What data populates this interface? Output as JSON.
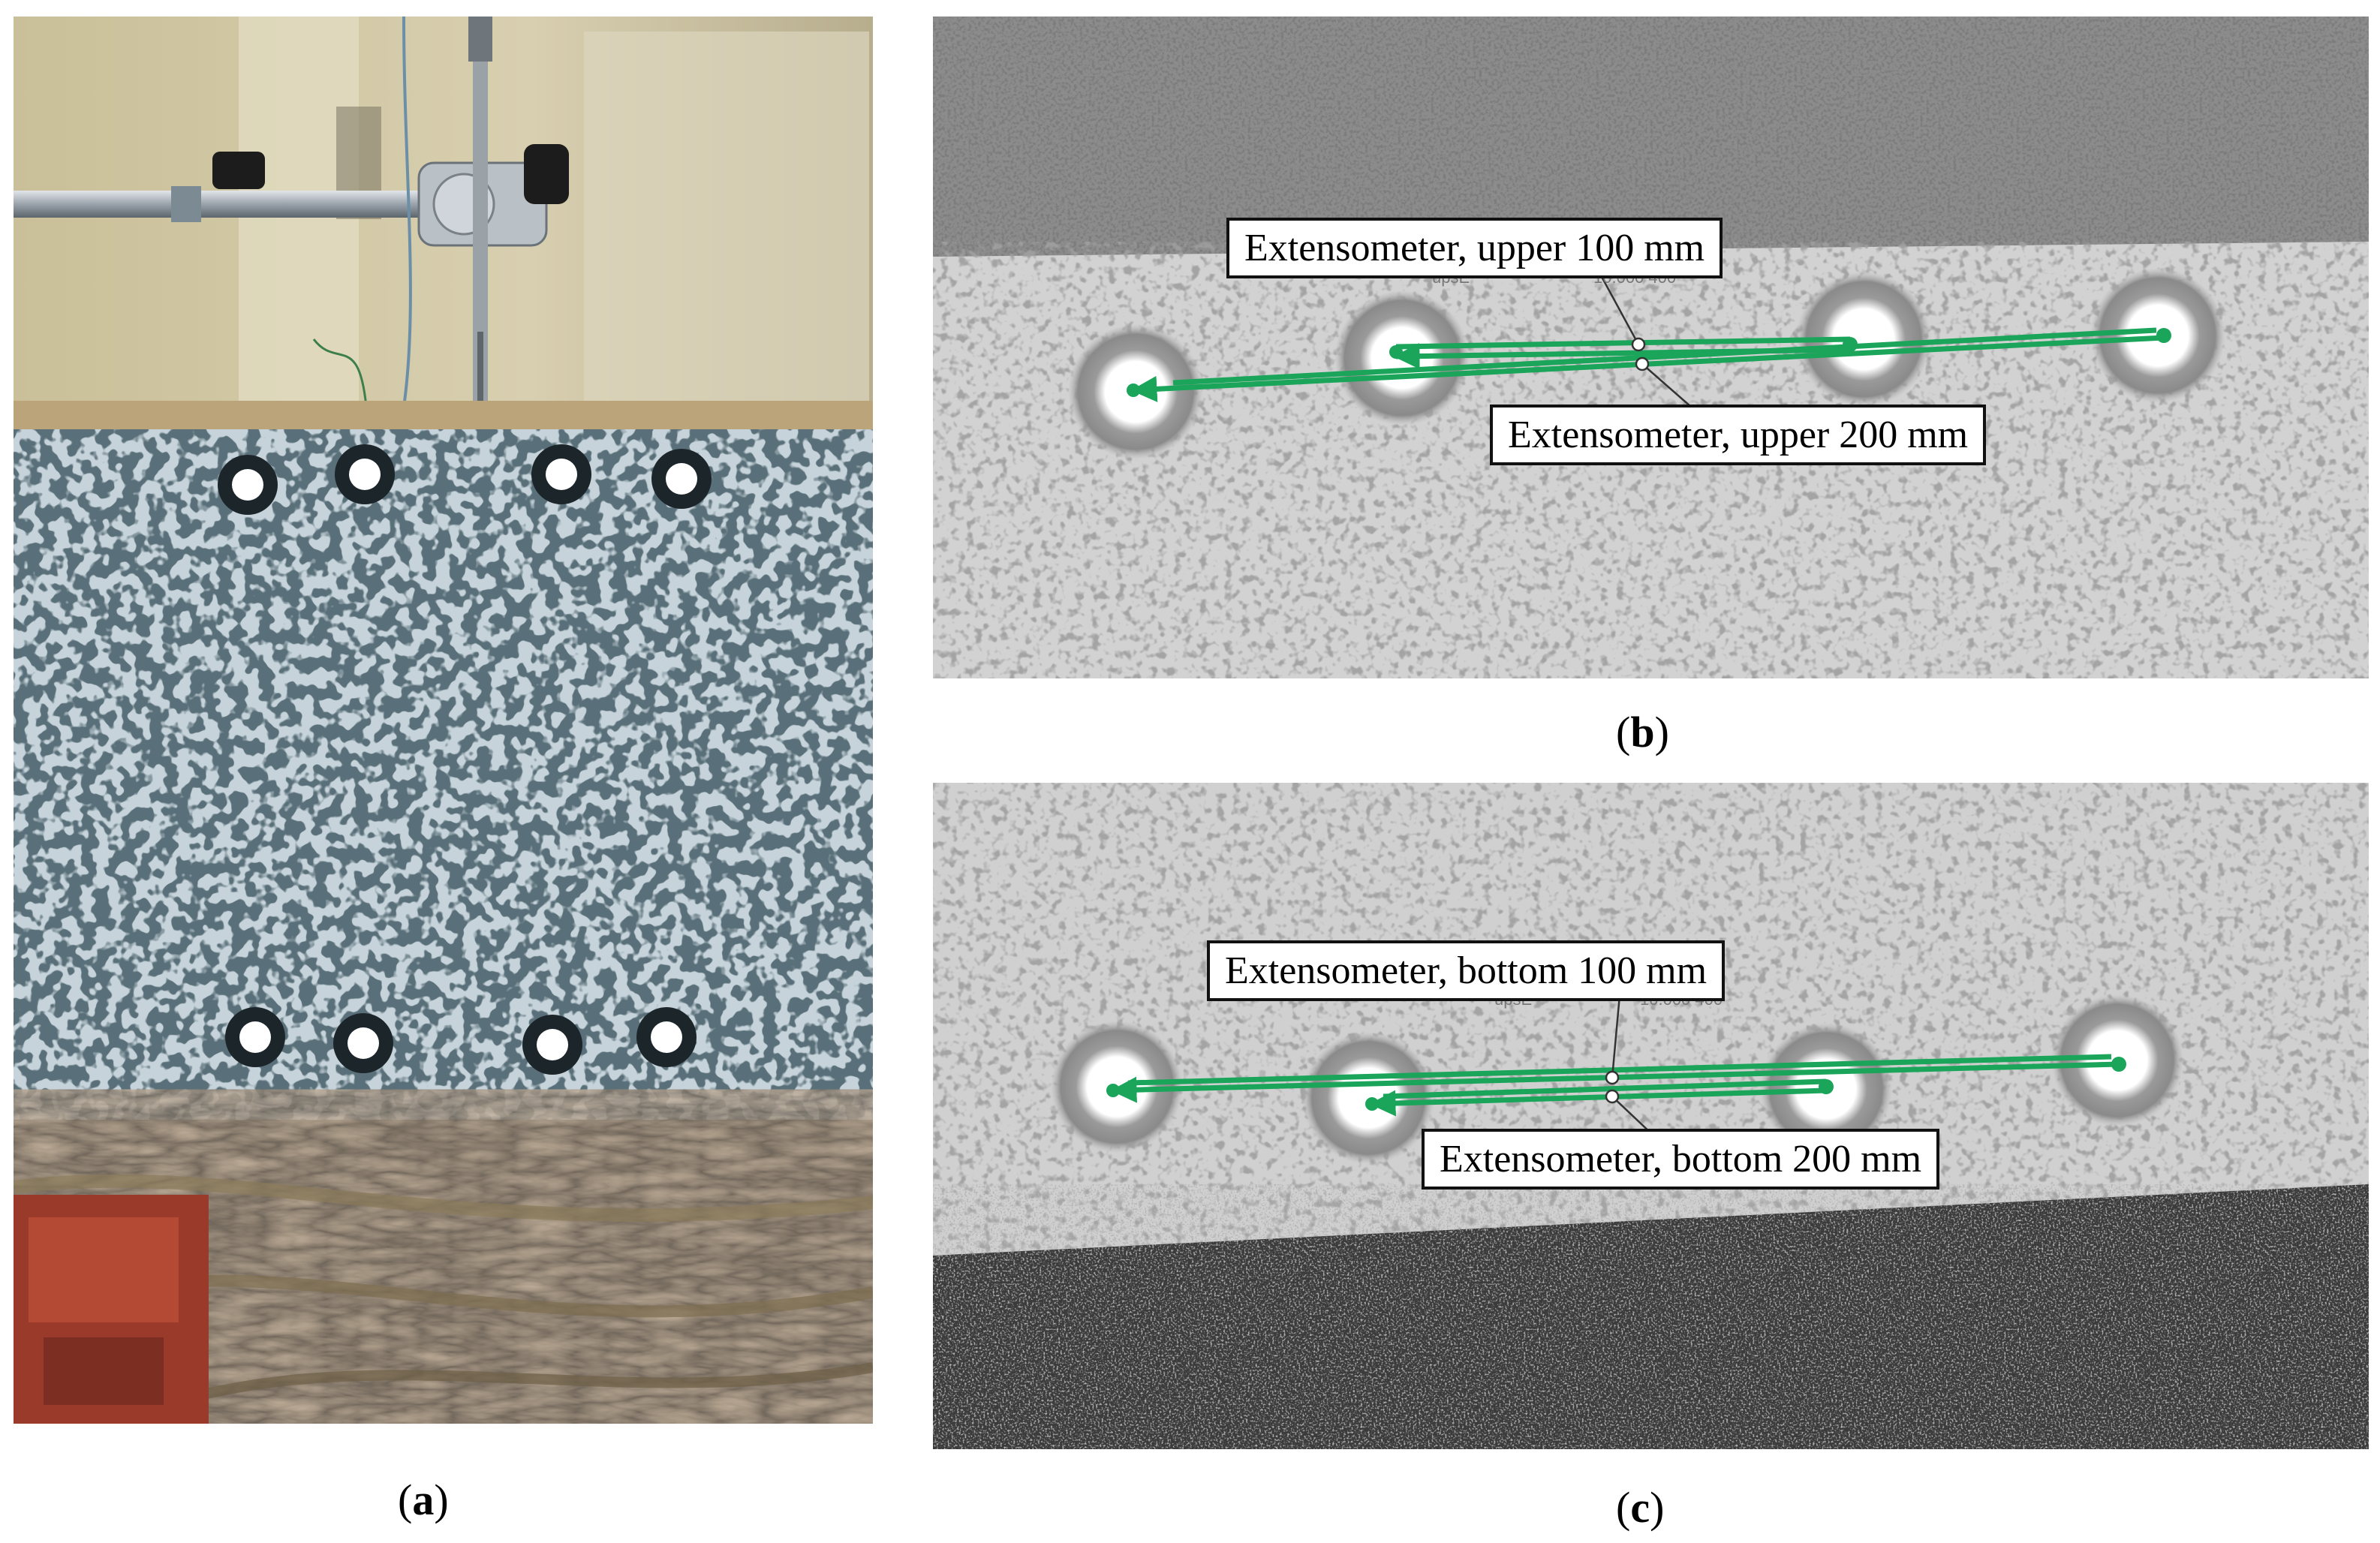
{
  "figure": {
    "panels": [
      {
        "id": "a",
        "caption_open": "(",
        "caption_label": "a",
        "caption_close": ")"
      },
      {
        "id": "b",
        "caption_open": "(",
        "caption_label": "b",
        "caption_close": ")"
      },
      {
        "id": "c",
        "caption_open": "(",
        "caption_label": "c",
        "caption_close": ")"
      }
    ]
  },
  "panel_b": {
    "callouts": {
      "upper_100": "Extensometer, upper 100 mm",
      "upper_200": "Extensometer, upper 200 mm"
    }
  },
  "panel_c": {
    "callouts": {
      "bottom_100": "Extensometer, bottom 100 mm",
      "bottom_200": "Extensometer, bottom 200 mm"
    }
  },
  "colors": {
    "extensometer_green": "#1aa55a",
    "speckle_dark": "#1b2a30",
    "specimen_surface": "#c6d3da",
    "grey_background": "#bdbdbd"
  }
}
